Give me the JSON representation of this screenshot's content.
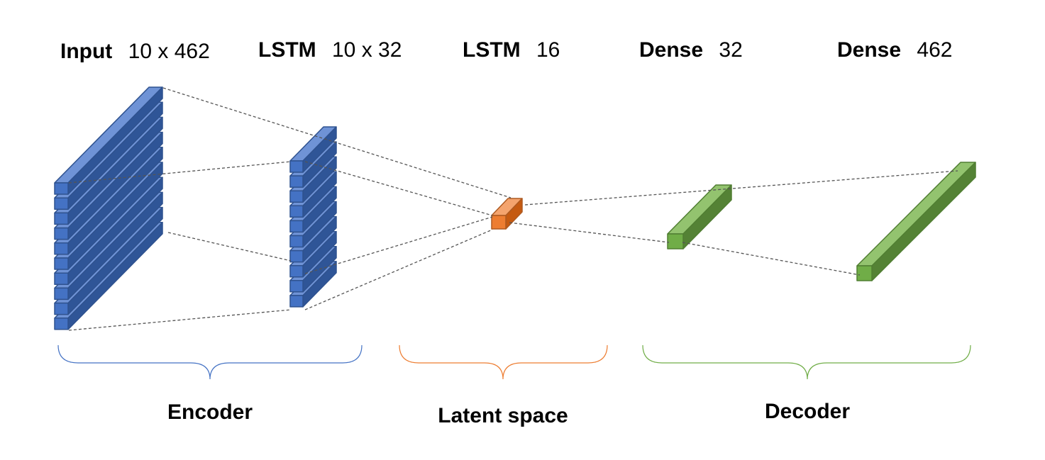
{
  "layers": [
    {
      "name": "Input",
      "shape": "10 x 462"
    },
    {
      "name": "LSTM",
      "shape": "10 x 32"
    },
    {
      "name": "LSTM",
      "shape": "16"
    },
    {
      "name": "Dense",
      "shape": "32"
    },
    {
      "name": "Dense",
      "shape": "462"
    }
  ],
  "sections": [
    {
      "label": "Encoder",
      "color": "#4472c4"
    },
    {
      "label": "Latent space",
      "color": "#ed7d31"
    },
    {
      "label": "Decoder",
      "color": "#70ad47"
    }
  ],
  "colors": {
    "encoder_front": "#4472c4",
    "encoder_top": "#6f93d6",
    "encoder_side": "#2f5597",
    "encoder_edge": "#2f528f",
    "latent_front": "#ed7d31",
    "latent_top": "#f4a46e",
    "latent_side": "#c55a11",
    "latent_edge": "#ae5a21",
    "decoder_front": "#70ad47",
    "decoder_top": "#93c36f",
    "decoder_side": "#548235",
    "decoder_edge": "#507e32"
  }
}
